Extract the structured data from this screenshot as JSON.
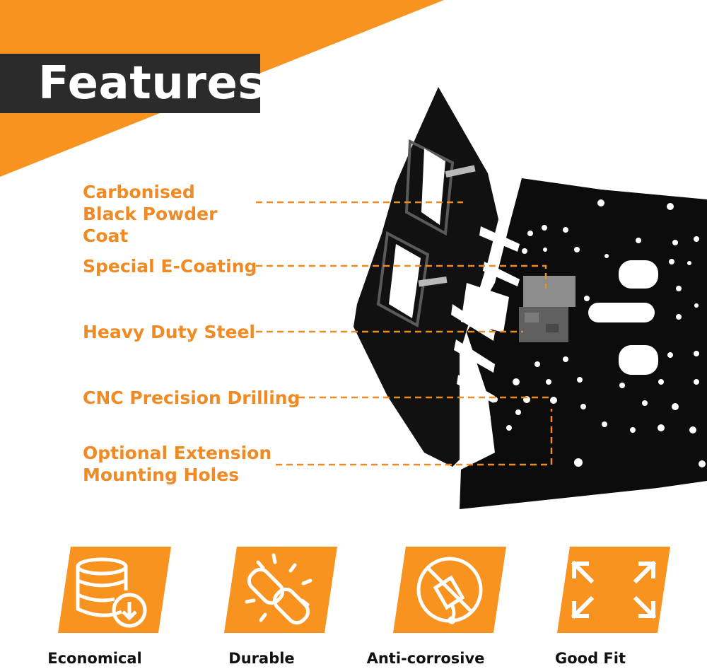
{
  "header": {
    "title": "Features"
  },
  "features": [
    "Carbonised Black Powder Coat",
    "Special E-Coating",
    "Heavy Duty Steel",
    "CNC Precision Drilling",
    "Optional Extension Mounting Holes"
  ],
  "badges": [
    {
      "label": "Economical",
      "icon": "database-download-icon"
    },
    {
      "label": "Durable",
      "icon": "chain-link-icon"
    },
    {
      "label": "Anti-corrosive",
      "icon": "no-corrosion-icon"
    },
    {
      "label": "Good Fit",
      "icon": "expand-arrows-icon"
    }
  ],
  "colors": {
    "accent": "#f7931e",
    "dark": "#2b2b2b",
    "text_accent": "#f08a24",
    "steel": "#0c0c0c"
  }
}
